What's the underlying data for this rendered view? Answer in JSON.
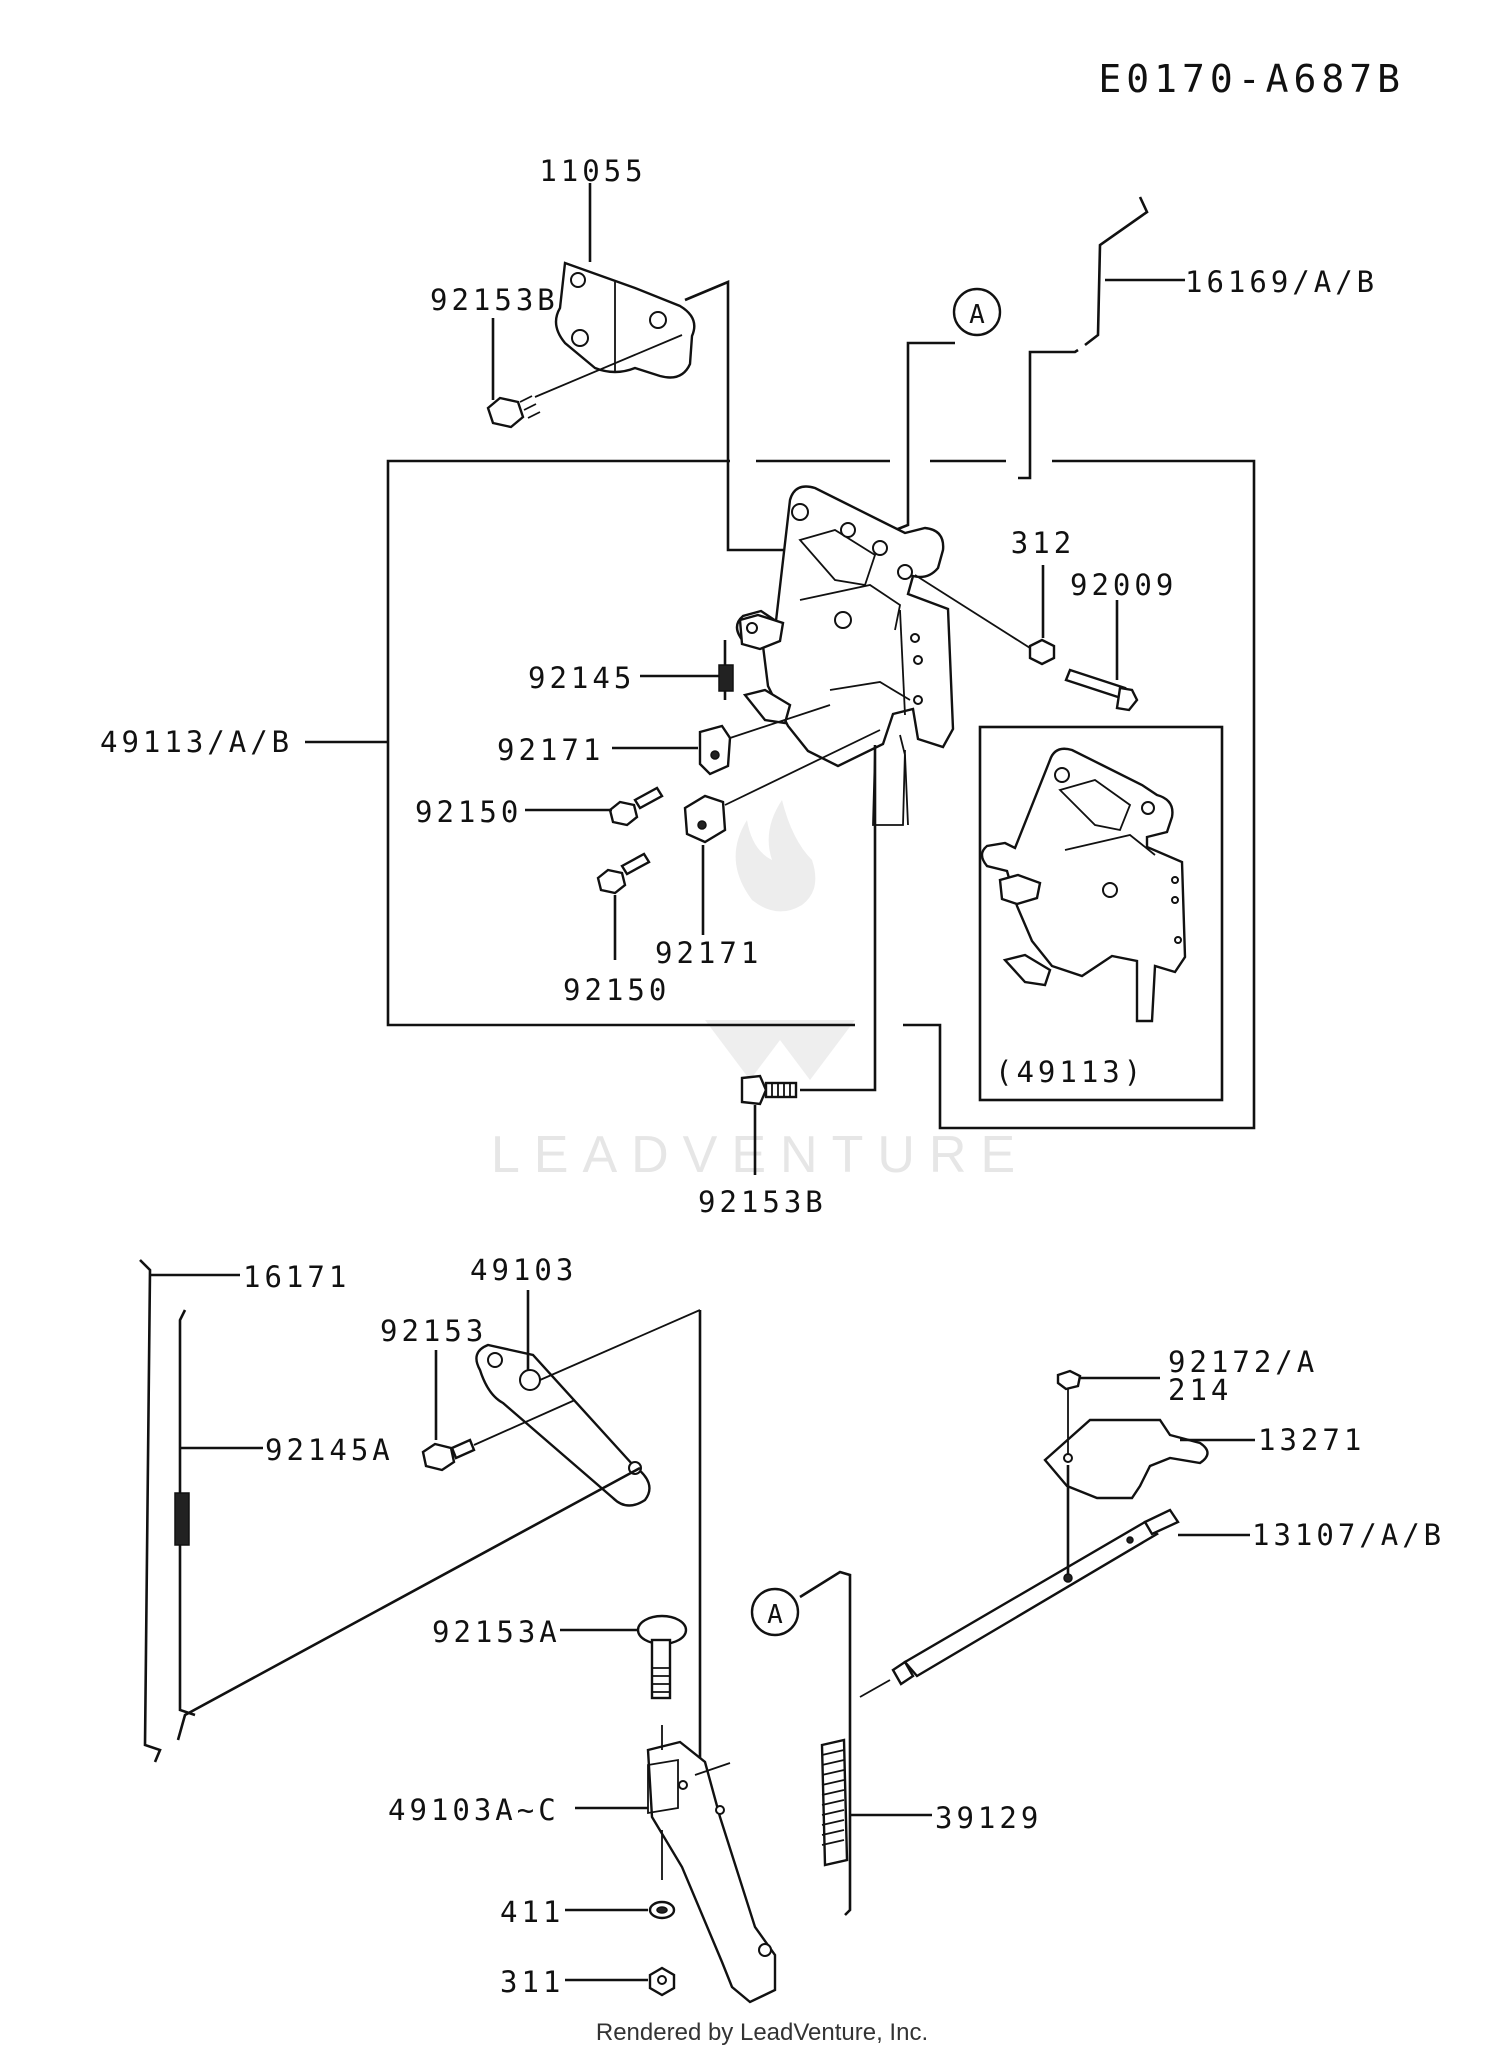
{
  "diagram_code": "E0170-A687B",
  "callout_letter": "A",
  "labels": {
    "p11055": "11055",
    "p92153B_top": "92153B",
    "p16169": "16169/A/B",
    "p312": "312",
    "p92009": "92009",
    "p92145": "92145",
    "p49113AB": "49113/A/B",
    "p92171_a": "92171",
    "p92150_a": "92150",
    "p92171_b": "92171",
    "p92150_b": "92150",
    "p49113_inset": "(49113)",
    "p92153B_bottom": "92153B",
    "p16171": "16171",
    "p49103": "49103",
    "p92153": "92153",
    "p92145A": "92145A",
    "p92172A": "92172/A",
    "p214": "214",
    "p13271": "13271",
    "p13107": "13107/A/B",
    "p92153A": "92153A",
    "p49103AC": "49103A~C",
    "p39129": "39129",
    "p411": "411",
    "p311": "311"
  },
  "watermark": "LEADVENTURE",
  "footer": "Rendered by LeadVenture, Inc."
}
